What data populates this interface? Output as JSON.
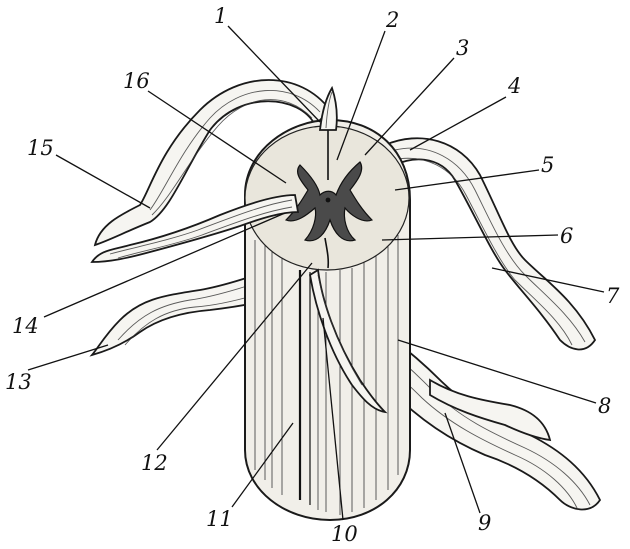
{
  "figure": {
    "labels": [
      "1",
      "2",
      "3",
      "4",
      "5",
      "6",
      "7",
      "8",
      "9",
      "10",
      "11",
      "12",
      "13",
      "14",
      "15",
      "16"
    ]
  }
}
